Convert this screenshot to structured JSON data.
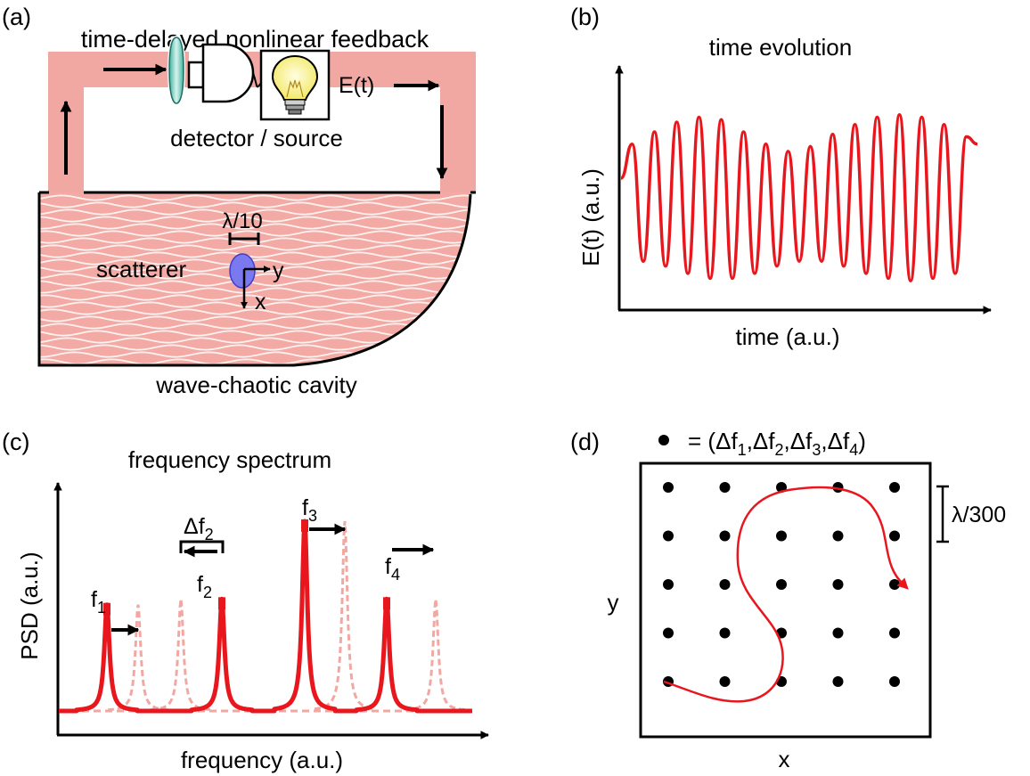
{
  "panels": {
    "a": {
      "label": "(a)",
      "title": "time-delayed nonlinear feedback",
      "signal_label": "E(t)",
      "device_label": "detector / source",
      "scale_label": "λ/10",
      "scatterer_label": "scatterer",
      "axis_x": "x",
      "axis_y": "y",
      "cavity_label": "wave-chaotic cavity"
    },
    "b": {
      "label": "(b)",
      "title": "time evolution",
      "xlabel": "time (a.u.)",
      "ylabel": "E(t) (a.u.)"
    },
    "c": {
      "label": "(c)",
      "title": "frequency spectrum",
      "xlabel": "frequency (a.u.)",
      "ylabel": "PSD (a.u.)",
      "delta_label": "Δf",
      "delta_sub": "2",
      "peaks": [
        {
          "name": "f",
          "sub": "1",
          "relative_height": 0.56,
          "shift": "right"
        },
        {
          "name": "f",
          "sub": "2",
          "relative_height": 0.59,
          "shift": "left"
        },
        {
          "name": "f",
          "sub": "3",
          "relative_height": 1.0,
          "shift": "right"
        },
        {
          "name": "f",
          "sub": "4",
          "relative_height": 0.59,
          "shift": "right"
        }
      ]
    },
    "d": {
      "label": "(d)",
      "legend_prefix": "= (",
      "legend_terms": [
        {
          "name": "Δf",
          "sub": "1"
        },
        {
          "name": "Δf",
          "sub": "2"
        },
        {
          "name": "Δf",
          "sub": "3"
        },
        {
          "name": "Δf",
          "sub": "4"
        }
      ],
      "legend_suffix": ")",
      "scale_label": "λ/300",
      "xlabel": "x",
      "ylabel": "y",
      "grid_rows": 5,
      "grid_cols": 5
    }
  },
  "chart_data": {
    "type": "line",
    "title": "time evolution",
    "xlabel": "time (a.u.)",
    "ylabel": "E(t) (a.u.)",
    "cycles": 16,
    "peak_levels": [
      0.68,
      0.73,
      0.77,
      0.79,
      0.78,
      0.73,
      0.68,
      0.65,
      0.67,
      0.72,
      0.76,
      0.79,
      0.8,
      0.79,
      0.76,
      0.71
    ],
    "trough_levels": [
      0.2,
      0.2,
      0.18,
      0.15,
      0.13,
      0.13,
      0.15,
      0.18,
      0.2,
      0.2,
      0.18,
      0.15,
      0.13,
      0.12,
      0.13,
      0.15
    ],
    "colors": {
      "signal": "#e8171e"
    }
  },
  "colors": {
    "red": "#e8171e",
    "pink": "#f2a8a2",
    "cavity": "#f4aaa4",
    "scatterer": "#7a79f0"
  }
}
